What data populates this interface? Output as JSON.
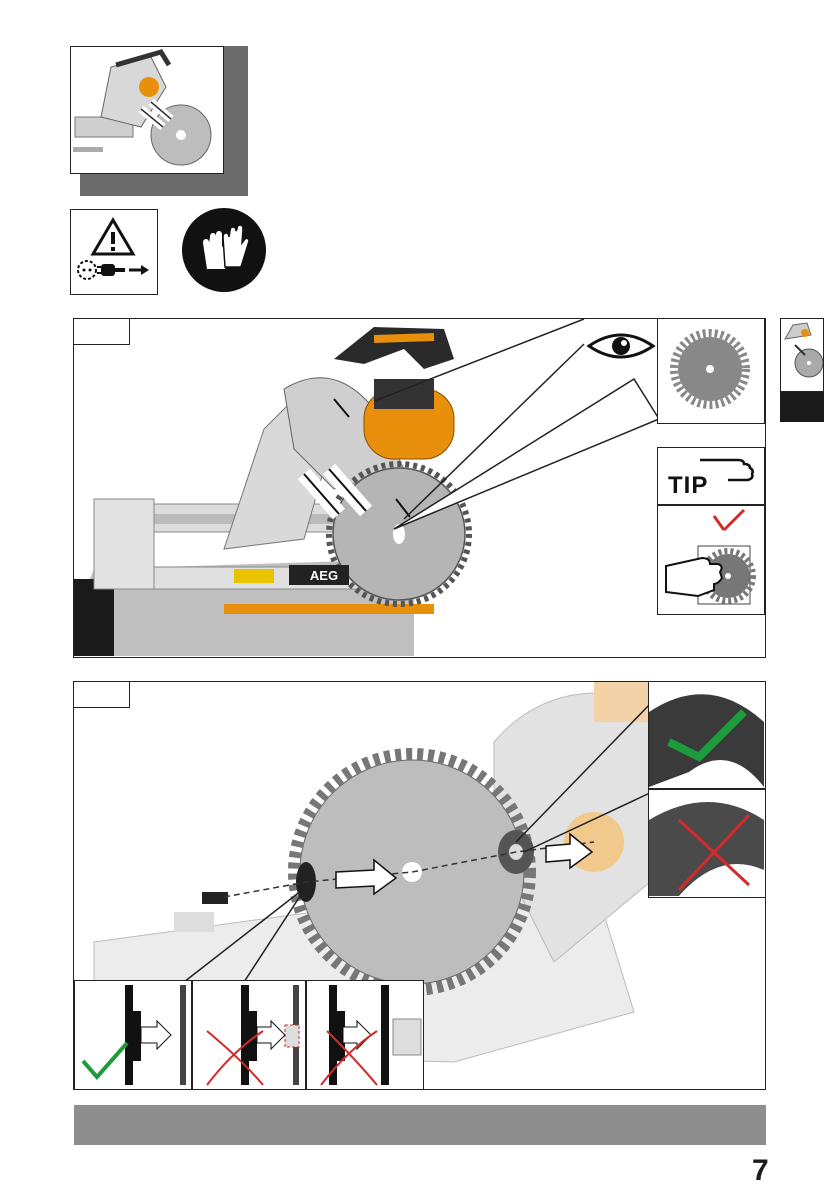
{
  "page": {
    "number": "7"
  },
  "tip": {
    "label": "TIP"
  },
  "brand": {
    "label": "AEG"
  },
  "icons": {
    "overview": "saw-blade-overview-icon",
    "warning": "warning-unplug-icon",
    "gloves": "wear-gloves-icon",
    "eye": "inspect-eye-icon",
    "check": "check-icon",
    "cross": "cross-icon"
  },
  "colors": {
    "accent": "#e8900c",
    "check": "#1e9b3c",
    "cross": "#d42a2a",
    "bar": "#8e8e8e",
    "dark": "#1a1a1a"
  }
}
